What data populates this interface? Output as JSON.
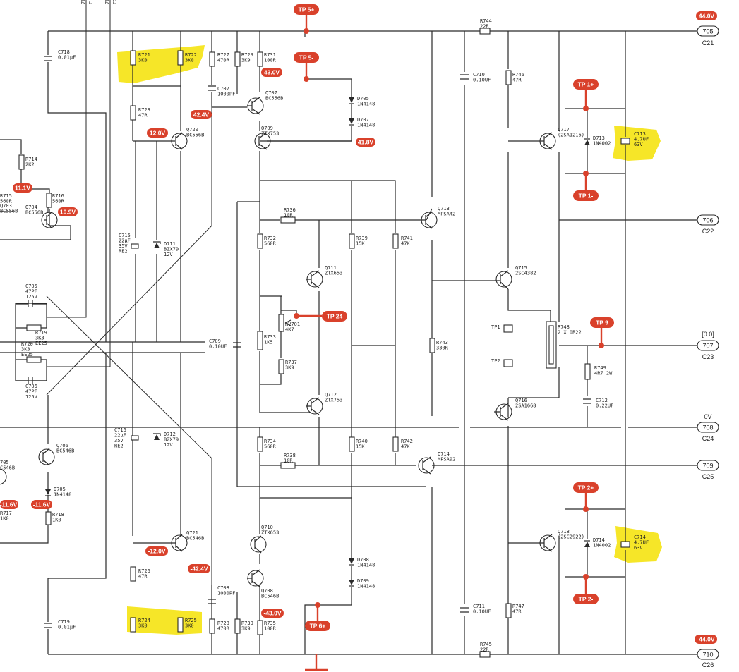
{
  "colors": {
    "accent": "#d9412b",
    "highlight": "#f5e51c",
    "line": "#2a2a2a"
  },
  "connectors": [
    {
      "id": "705",
      "code": "C21"
    },
    {
      "id": "706",
      "code": "C22"
    },
    {
      "id": "707",
      "code": "C23",
      "note": "[0.0]"
    },
    {
      "id": "708",
      "code": "C24",
      "note": "0V"
    },
    {
      "id": "709",
      "code": "C25"
    },
    {
      "id": "710",
      "code": "C26"
    }
  ],
  "test_points": [
    "TP 5+",
    "TP 5-",
    "TP 1+",
    "TP 1-",
    "TP 24",
    "TP 9",
    "TP 2+",
    "TP 2-",
    "TP 6+"
  ],
  "voltage_tags": [
    "44.0V",
    "-44.0V",
    "43.0V",
    "42.4V",
    "12.0V",
    "11.1V",
    "10.9V",
    "41.8V",
    "-11.6V",
    "-11.6V",
    "-12.0V",
    "-42.4V",
    "-43.0V"
  ],
  "top_edge_labels": [
    "70",
    "70",
    "C",
    "C2"
  ],
  "components": {
    "r744": [
      "R744",
      "22R"
    ],
    "r745": [
      "R745",
      "22R"
    ],
    "r721": [
      "R721",
      "3K0"
    ],
    "r722": [
      "R722",
      "3K0"
    ],
    "r723": [
      "R723",
      "47R"
    ],
    "r724": [
      "R724",
      "3K0"
    ],
    "r725": [
      "R725",
      "3K0"
    ],
    "r726": [
      "R726",
      "47R"
    ],
    "r727": [
      "R727",
      "470R"
    ],
    "r729": [
      "R729",
      "3K9"
    ],
    "r731": [
      "R731",
      "100R"
    ],
    "r728": [
      "R728",
      "470R"
    ],
    "r730": [
      "R730",
      "3K9"
    ],
    "r735": [
      "R735",
      "100R"
    ],
    "r714": [
      "R714",
      "2K2"
    ],
    "r715": [
      "R715",
      "560R"
    ],
    "r716": [
      "R716",
      "560R"
    ],
    "r719": [
      "R719",
      "3K3",
      "EE25"
    ],
    "r720": [
      "R720",
      "3K3",
      "EE25"
    ],
    "r717": [
      "R717",
      "1K0"
    ],
    "r718": [
      "R718",
      "1K0"
    ],
    "r732": [
      "R732",
      "560R"
    ],
    "r733": [
      "R733",
      "1K5"
    ],
    "r734": [
      "R734",
      "560R"
    ],
    "r736": [
      "R736",
      "10R"
    ],
    "r737": [
      "R737",
      "3K9"
    ],
    "r738": [
      "R738",
      "10R"
    ],
    "r739": [
      "R739",
      "15K"
    ],
    "r740": [
      "R740",
      "15K"
    ],
    "r741": [
      "R741",
      "47K"
    ],
    "r742": [
      "R742",
      "47K"
    ],
    "r743": [
      "R743",
      "330R"
    ],
    "r746": [
      "R746",
      "47R"
    ],
    "r747": [
      "R747",
      "47R"
    ],
    "r748": [
      "R748",
      "2 X 0R22"
    ],
    "r749": [
      "R749",
      "4R7 2W"
    ],
    "rv701": [
      "RV701",
      "4K7"
    ],
    "c718": [
      "C718",
      "0.01μF"
    ],
    "c719": [
      "C719",
      "0.01μF"
    ],
    "c707": [
      "C707",
      "1000PF"
    ],
    "c708": [
      "C708",
      "1000PF"
    ],
    "c710": [
      "C710",
      "0.10UF"
    ],
    "c711": [
      "C711",
      "0.10UF"
    ],
    "c709": [
      "C709",
      "0.10UF"
    ],
    "c715": [
      "C715",
      "22μF",
      "35V",
      "RE2"
    ],
    "c716": [
      "C716",
      "22μF",
      "35V",
      "RE2"
    ],
    "c705": [
      "C705",
      "47PF",
      "125V"
    ],
    "c706": [
      "C706",
      "47PF",
      "125V"
    ],
    "c712": [
      "C712",
      "0.22UF"
    ],
    "c713": [
      "C713",
      "4.7UF",
      "63V"
    ],
    "c714": [
      "C714",
      "4.7UF",
      "63V"
    ],
    "d705": [
      "D705",
      "1N4148"
    ],
    "d707": [
      "D707",
      "1N4148"
    ],
    "d708": [
      "D708",
      "1N4148"
    ],
    "d709": [
      "D709",
      "1N4148"
    ],
    "d711": [
      "D711",
      "BZX79",
      "12V"
    ],
    "d712": [
      "D712",
      "BZX79",
      "12V"
    ],
    "d713": [
      "D713",
      "1N4002"
    ],
    "d714": [
      "D714",
      "1N4002"
    ],
    "d705b": [
      "D705",
      "1N4148"
    ],
    "q707": [
      "Q707",
      "BC556B"
    ],
    "q709": [
      "Q709",
      "ZTX753"
    ],
    "q720": [
      "Q720",
      "BC556B"
    ],
    "q703": [
      "Q703",
      "BC556B"
    ],
    "q704": [
      "Q704",
      "BC556B"
    ],
    "q706": [
      "Q706",
      "BC546B"
    ],
    "q705": [
      "705",
      "C546B"
    ],
    "q711": [
      "Q711",
      "ZTX653"
    ],
    "q712": [
      "Q712",
      "ZTX753"
    ],
    "q713": [
      "Q713",
      "MPSA42"
    ],
    "q714": [
      "Q714",
      "MPSA92"
    ],
    "q715": [
      "Q715",
      "2SC4382"
    ],
    "q716": [
      "Q716",
      "2SA1668"
    ],
    "q717": [
      "Q717",
      "(2SA1216)"
    ],
    "q718": [
      "Q718",
      "(2SC2922)"
    ],
    "q721": [
      "Q721",
      "BC546B"
    ],
    "q710": [
      "Q710",
      "ZTX653"
    ],
    "q708": [
      "Q708",
      "BC546B"
    ],
    "tp1": [
      "TP1"
    ],
    "tp2": [
      "TP2"
    ]
  }
}
